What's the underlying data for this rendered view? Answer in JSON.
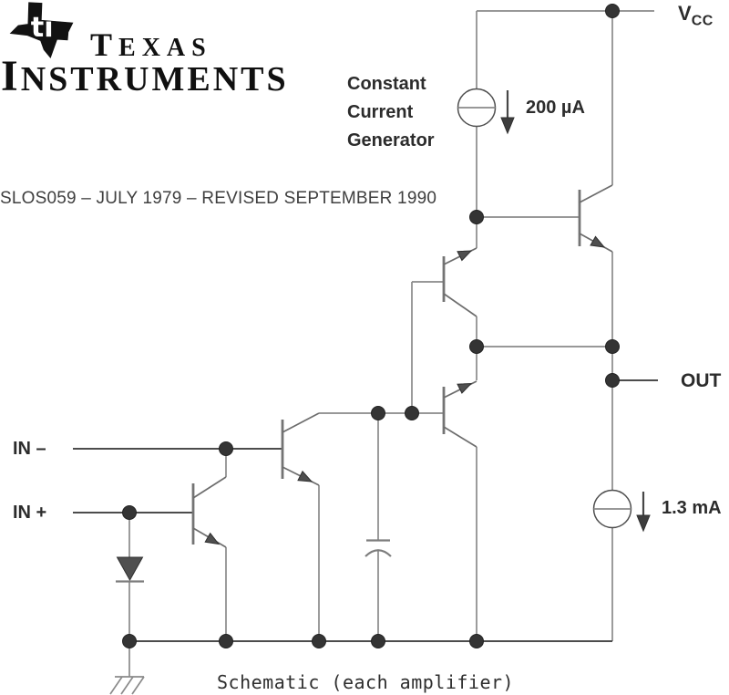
{
  "page": {
    "background": "#ffffff"
  },
  "logo": {
    "monogram": "ti",
    "word1_initial": "T",
    "word1_rest": "EXAS",
    "word2_initial": "I",
    "word2_rest": "NSTRUMENTS"
  },
  "doc_line": "SLOS059 – JULY 1979 – REVISED SEPTEMBER 1990",
  "schematic": {
    "caption": "Schematic (each amplifier)",
    "labels": {
      "vcc_prefix": "V",
      "vcc_sub": "CC",
      "out": "OUT",
      "in_minus": "IN –",
      "in_plus": "IN +",
      "generator_line1": "Constant",
      "generator_line2": "Current",
      "generator_line3": "Generator",
      "current_top": "200 µA",
      "current_bottom": "1.3 mA"
    },
    "components": [
      "constant-current-generator-200uA",
      "current-sink-1.3mA",
      "npn-input-transistor-in-plus",
      "npn-input-transistor-in-minus",
      "npn-gain-transistor-upper",
      "npn-gain-transistor-lower",
      "npn-output-transistor",
      "diode",
      "compensation-capacitor",
      "chassis-ground"
    ]
  },
  "colors": {
    "wire": "#8a8a8a",
    "wire_dark": "#4c4c4c",
    "ink": "#2c2c2c",
    "component": "#4a4a4a"
  }
}
